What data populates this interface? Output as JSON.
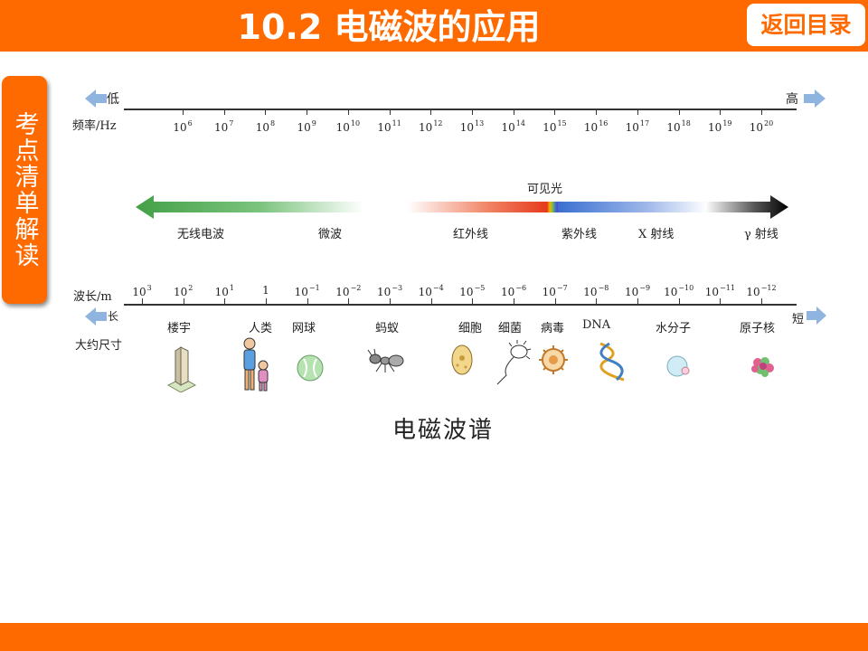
{
  "header": {
    "title": "10.2 电磁波的应用",
    "back_label": "返回目录"
  },
  "side_tab": {
    "label": "考点清单解读"
  },
  "spectrum": {
    "freq_axis": {
      "label": "频率/Hz",
      "low": "低",
      "high": "高",
      "ticks": [
        {
          "base": "10",
          "exp": "6"
        },
        {
          "base": "10",
          "exp": "7"
        },
        {
          "base": "10",
          "exp": "8"
        },
        {
          "base": "10",
          "exp": "9"
        },
        {
          "base": "10",
          "exp": "10"
        },
        {
          "base": "10",
          "exp": "11"
        },
        {
          "base": "10",
          "exp": "12"
        },
        {
          "base": "10",
          "exp": "13"
        },
        {
          "base": "10",
          "exp": "14"
        },
        {
          "base": "10",
          "exp": "15"
        },
        {
          "base": "10",
          "exp": "16"
        },
        {
          "base": "10",
          "exp": "17"
        },
        {
          "base": "10",
          "exp": "18"
        },
        {
          "base": "10",
          "exp": "19"
        },
        {
          "base": "10",
          "exp": "20"
        }
      ]
    },
    "bands": {
      "visible": "可见光",
      "radio": "无线电波",
      "microwave": "微波",
      "infrared": "红外线",
      "ultraviolet": "紫外线",
      "xray": "X 射线",
      "gamma": "γ 射线"
    },
    "wave_axis": {
      "label": "波长/m",
      "long": "长",
      "short": "短",
      "ticks": [
        {
          "base": "10",
          "exp": "3"
        },
        {
          "base": "10",
          "exp": "2"
        },
        {
          "base": "10",
          "exp": "1"
        },
        {
          "base": "1",
          "exp": ""
        },
        {
          "base": "10",
          "exp": "−1"
        },
        {
          "base": "10",
          "exp": "−2"
        },
        {
          "base": "10",
          "exp": "−3"
        },
        {
          "base": "10",
          "exp": "−4"
        },
        {
          "base": "10",
          "exp": "−5"
        },
        {
          "base": "10",
          "exp": "−6"
        },
        {
          "base": "10",
          "exp": "−7"
        },
        {
          "base": "10",
          "exp": "−8"
        },
        {
          "base": "10",
          "exp": "−9"
        },
        {
          "base": "10",
          "exp": "−10"
        },
        {
          "base": "10",
          "exp": "−11"
        },
        {
          "base": "10",
          "exp": "−12"
        }
      ]
    },
    "size_label": "大约尺寸",
    "objects": {
      "building": "楼宇",
      "human": "人类",
      "ball": "网球",
      "ant": "蚂蚁",
      "cell": "细胞",
      "bacteria": "细菌",
      "virus": "病毒",
      "dna": "DNA",
      "water": "水分子",
      "nucleus": "原子核"
    },
    "caption": "电磁波谱",
    "colors": {
      "radio": "#4caf50",
      "infrared": "#e8412a",
      "uv": "#3a6fd0",
      "gamma": "#000000",
      "arrow": "#8fb4e0"
    }
  }
}
